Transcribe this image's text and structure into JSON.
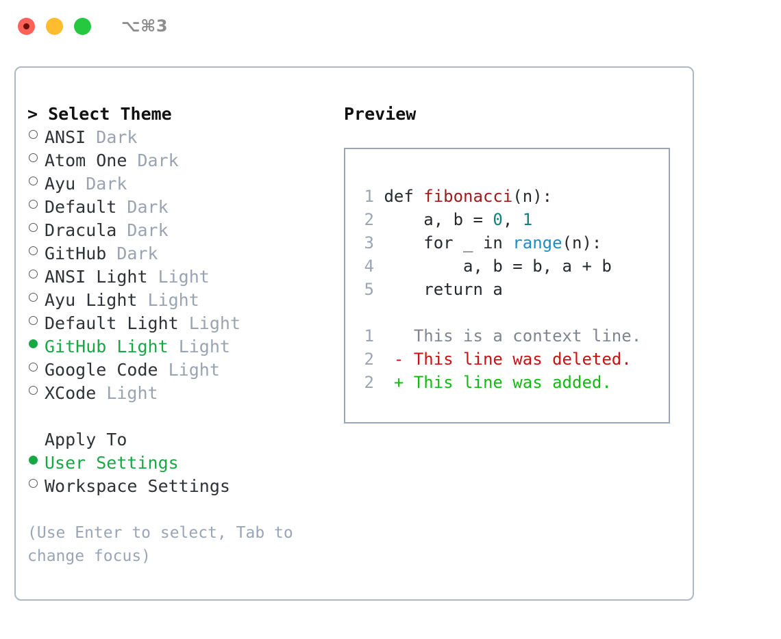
{
  "window": {
    "shortcut": "⌥⌘3",
    "traffic_lights": [
      {
        "name": "close-button",
        "color": "#ff6159"
      },
      {
        "name": "minimize-button",
        "color": "#febc2e"
      },
      {
        "name": "maximize-button",
        "color": "#26c83f"
      }
    ]
  },
  "theme_list": {
    "heading": "> Select Theme",
    "items": [
      {
        "bullet": "○",
        "label": "ANSI",
        "tag": "Dark",
        "selected": false
      },
      {
        "bullet": "○",
        "label": "Atom One",
        "tag": "Dark",
        "selected": false
      },
      {
        "bullet": "○",
        "label": "Ayu",
        "tag": "Dark",
        "selected": false
      },
      {
        "bullet": "○",
        "label": "Default",
        "tag": "Dark",
        "selected": false
      },
      {
        "bullet": "○",
        "label": "Dracula",
        "tag": "Dark",
        "selected": false
      },
      {
        "bullet": "○",
        "label": "GitHub",
        "tag": "Dark",
        "selected": false
      },
      {
        "bullet": "○",
        "label": "ANSI Light",
        "tag": "Light",
        "selected": false
      },
      {
        "bullet": "○",
        "label": "Ayu Light",
        "tag": "Light",
        "selected": false
      },
      {
        "bullet": "○",
        "label": "Default Light",
        "tag": "Light",
        "selected": false
      },
      {
        "bullet": "●",
        "label": "GitHub Light",
        "tag": "Light",
        "selected": true
      },
      {
        "bullet": "○",
        "label": "Google Code",
        "tag": "Light",
        "selected": false
      },
      {
        "bullet": "○",
        "label": "XCode",
        "tag": "Light",
        "selected": false
      }
    ]
  },
  "apply_to": {
    "heading": "Apply To",
    "items": [
      {
        "bullet": "●",
        "label": "User Settings",
        "selected": true
      },
      {
        "bullet": "○",
        "label": "Workspace Settings",
        "selected": false
      }
    ]
  },
  "hint": "(Use Enter to select, Tab to change focus)",
  "preview": {
    "title": "Preview",
    "code_lines": [
      {
        "n": "1",
        "segments": [
          {
            "t": "def ",
            "c": "plain"
          },
          {
            "t": "fibonacci",
            "c": "func"
          },
          {
            "t": "(n):",
            "c": "plain"
          }
        ]
      },
      {
        "n": "2",
        "segments": [
          {
            "t": "    a, b = ",
            "c": "plain"
          },
          {
            "t": "0",
            "c": "num"
          },
          {
            "t": ", ",
            "c": "plain"
          },
          {
            "t": "1",
            "c": "num"
          }
        ]
      },
      {
        "n": "3",
        "segments": [
          {
            "t": "    for _ in ",
            "c": "plain"
          },
          {
            "t": "range",
            "c": "call"
          },
          {
            "t": "(n):",
            "c": "plain"
          }
        ]
      },
      {
        "n": "4",
        "segments": [
          {
            "t": "        a, b = b, a + b",
            "c": "plain"
          }
        ]
      },
      {
        "n": "5",
        "segments": [
          {
            "t": "    return a",
            "c": "plain"
          }
        ]
      }
    ],
    "diff_lines": [
      {
        "n": "1",
        "marker": "  ",
        "text": "This is a context line.",
        "kind": "ctx"
      },
      {
        "n": "2",
        "marker": "- ",
        "text": "This line was deleted.",
        "kind": "del"
      },
      {
        "n": "2",
        "marker": "+ ",
        "text": "This line was added.",
        "kind": "add"
      }
    ]
  },
  "colors": {
    "accent_green": "#18a745",
    "panel_border": "#adb7c6",
    "preview_border": "#9aa6b7",
    "muted": "#9aa3b2",
    "hint": "#9aa5b5",
    "syntax_function": "#a01c1c",
    "syntax_number": "#0d8080",
    "syntax_call": "#1c8dc7",
    "diff_delete": "#cc1111",
    "diff_add": "#11bb11",
    "diff_context": "#80868f"
  }
}
